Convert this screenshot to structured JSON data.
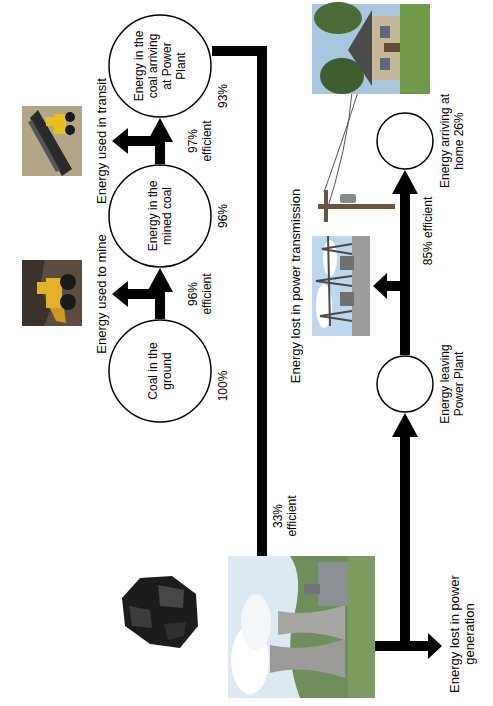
{
  "diagram": {
    "nodes": [
      {
        "text": [
          "Coal in the ground",
          "100%"
        ]
      },
      {
        "text": [
          "Energy in the mined coal",
          "96%"
        ]
      },
      {
        "text": [
          "Energy in the coal arriving at Power Plant",
          "93%"
        ]
      },
      {
        "text": [
          "Energy leaving Power Plant"
        ]
      },
      {
        "text": [
          "Energy arriving at home 26%"
        ]
      }
    ],
    "edges": [
      {
        "from": 0,
        "to": 1,
        "arrow": "to",
        "label": "96% efficient"
      },
      {
        "from": 1,
        "to": 2,
        "arrow": "to",
        "label": "97% efficient"
      },
      {
        "from": 2,
        "to": 3,
        "arrow": "to",
        "label": "33% efficient"
      },
      {
        "from": 3,
        "to": 4,
        "arrow": "to",
        "label": "85% efficient"
      }
    ],
    "labels": [
      "Energy used to mine",
      "Energy used in transit",
      "Energy lost in power transmission",
      "Energy lost in power generation"
    ]
  }
}
